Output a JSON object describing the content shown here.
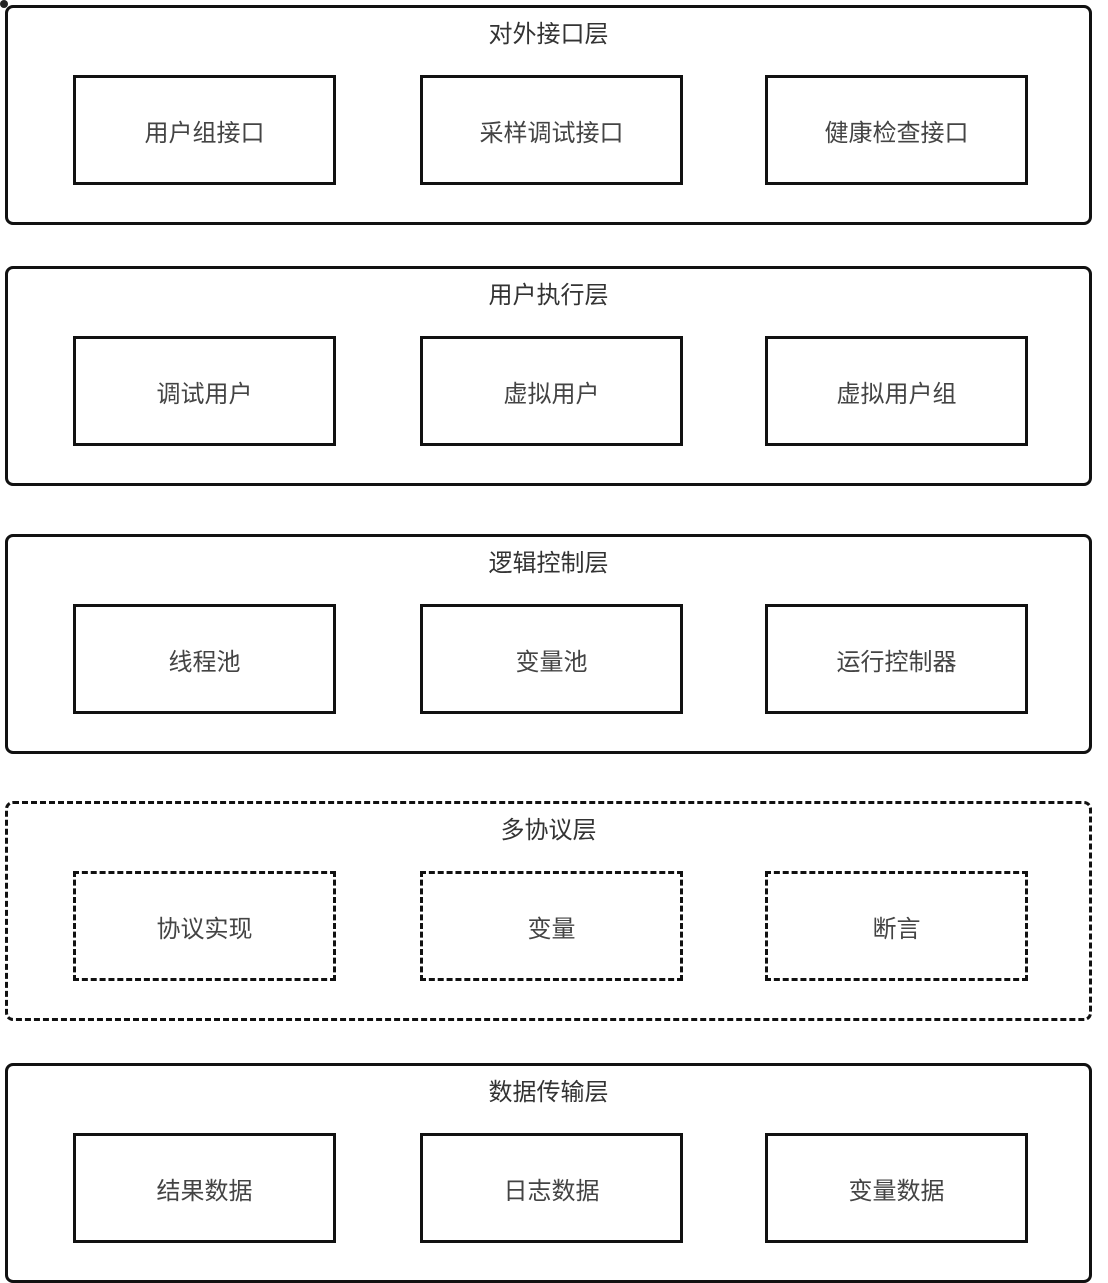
{
  "layers": [
    {
      "title": "对外接口层",
      "style": "solid",
      "items": [
        "用户组接口",
        "采样调试接口",
        "健康检查接口"
      ]
    },
    {
      "title": "用户执行层",
      "style": "solid",
      "items": [
        "调试用户",
        "虚拟用户",
        "虚拟用户组"
      ]
    },
    {
      "title": "逻辑控制层",
      "style": "solid",
      "items": [
        "线程池",
        "变量池",
        "运行控制器"
      ]
    },
    {
      "title": "多协议层",
      "style": "dashed",
      "items": [
        "协议实现",
        "变量",
        "断言"
      ]
    },
    {
      "title": "数据传输层",
      "style": "solid",
      "items": [
        "结果数据",
        "日志数据",
        "变量数据"
      ]
    }
  ]
}
